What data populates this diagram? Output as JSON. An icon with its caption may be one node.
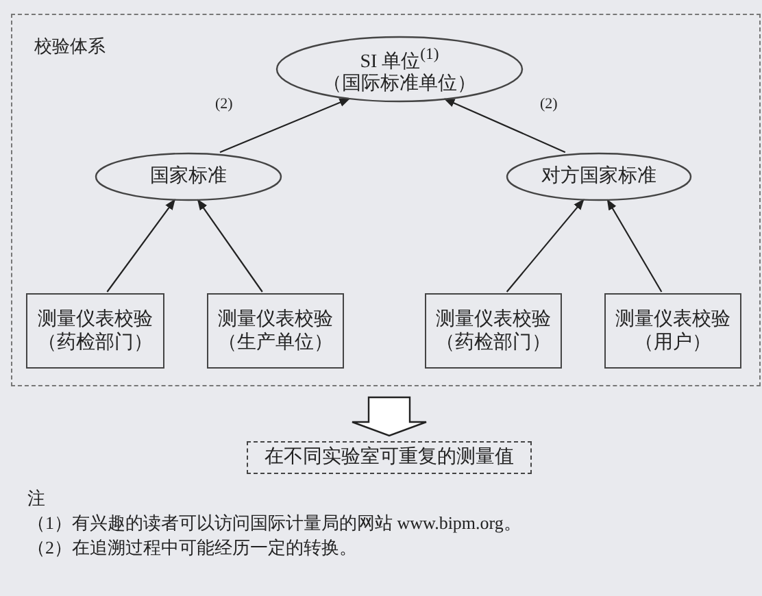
{
  "diagram": {
    "nodes": [
      {
        "text": [
          "校验体系"
        ]
      },
      {
        "text": [
          "SI 单位$^{(1)}$ （国际标准单位）"
        ],
        "in": 0
      },
      {
        "text": [
          "国家标准"
        ],
        "in": 0
      },
      {
        "text": [
          "对方国家标准"
        ],
        "in": 0
      },
      {
        "text": [
          "测量仪表校验（药检部门）"
        ],
        "in": 0
      },
      {
        "text": [
          "测量仪表校验（生产单位）"
        ],
        "in": 0
      },
      {
        "text": [
          "测量仪表校验（药检部门）"
        ],
        "in": 0
      },
      {
        "text": [
          "测量仪表校验（用户）"
        ],
        "in": 0
      },
      {
        "text": [
          "在不同实验室可重复的测量值"
        ]
      }
    ],
    "edges": [
      {
        "from": 2,
        "to": 1,
        "arrow": "to",
        "label": "(2)"
      },
      {
        "from": 3,
        "to": 1,
        "arrow": "to",
        "label": "(2)"
      },
      {
        "from": 4,
        "to": 2,
        "arrow": "to"
      },
      {
        "from": 5,
        "to": 2,
        "arrow": "to"
      },
      {
        "from": 6,
        "to": 3,
        "arrow": "to"
      },
      {
        "from": 7,
        "to": 3,
        "arrow": "to"
      },
      {
        "from": 0,
        "to": 8,
        "arrow": "to",
        "style": "thick"
      }
    ],
    "labels": [
      "注",
      "（1）有兴趣的读者可以访问国际计量局的网站 www.bipm.org。",
      "（2）在追溯过程中可能经历一定的转换。"
    ]
  }
}
